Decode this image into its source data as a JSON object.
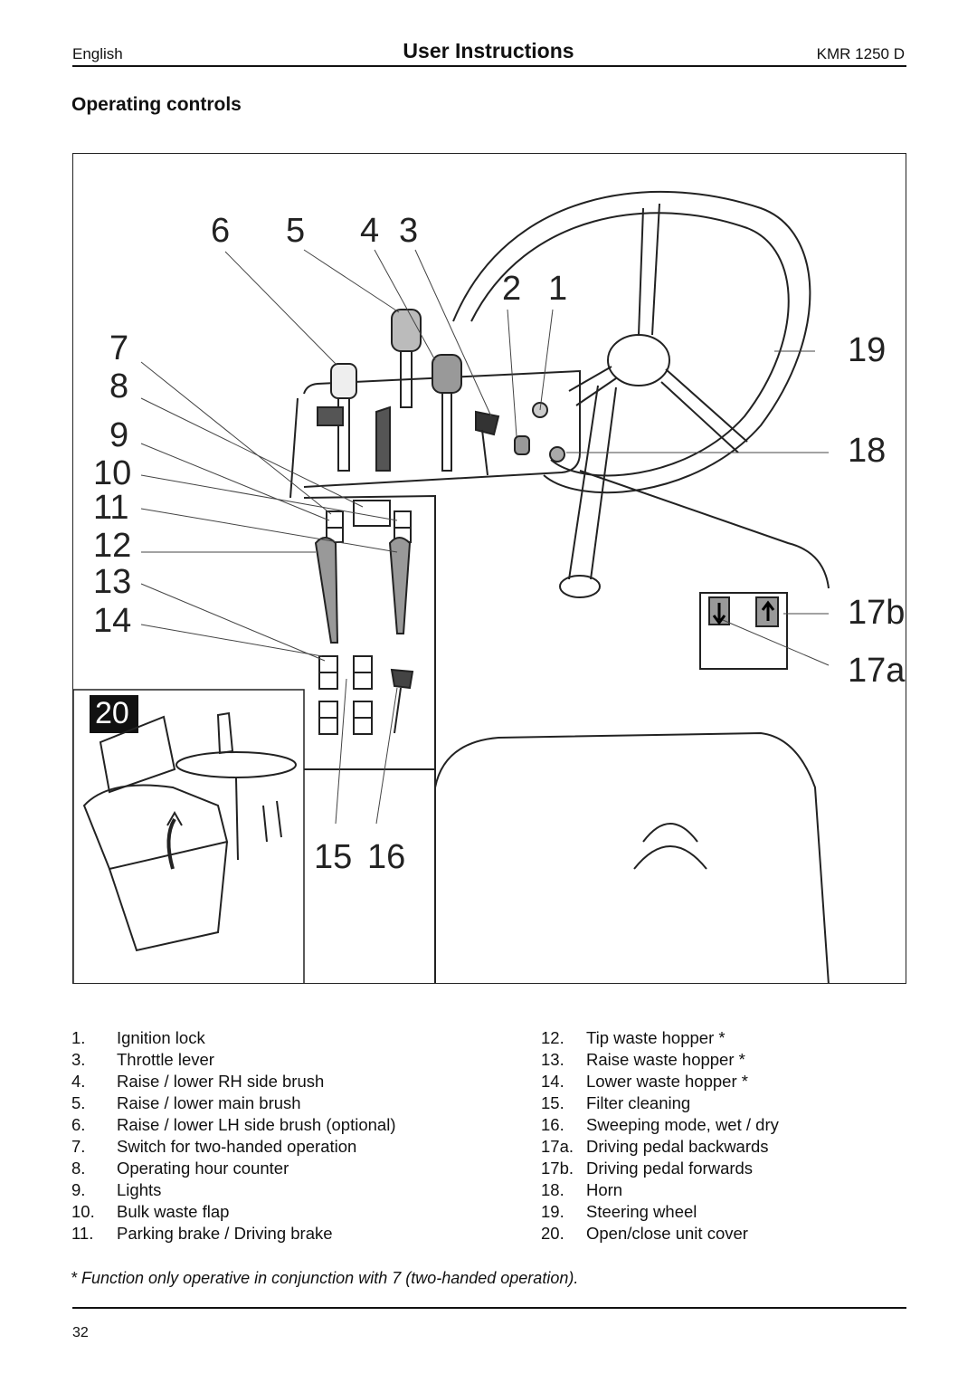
{
  "header": {
    "language": "English",
    "title": "User Instructions",
    "model": "KMR 1250 D"
  },
  "section_title": "Operating controls",
  "figure": {
    "callouts": {
      "c6": "6",
      "c5": "5",
      "c4": "4",
      "c3": "3",
      "c2": "2",
      "c1": "1",
      "c7": "7",
      "c8": "8",
      "c9": "9",
      "c10": "10",
      "c11": "11",
      "c12": "12",
      "c13": "13",
      "c14": "14",
      "c19": "19",
      "c18": "18",
      "c17b": "17b",
      "c17a": "17a",
      "c15": "15",
      "c16": "16",
      "c20": "20"
    }
  },
  "legend_left": [
    {
      "num": "1.",
      "text": "Ignition lock"
    },
    {
      "num": "3.",
      "text": "Throttle lever"
    },
    {
      "num": "4.",
      "text": "Raise / lower RH side brush"
    },
    {
      "num": "5.",
      "text": "Raise / lower main brush"
    },
    {
      "num": "6.",
      "text": "Raise / lower LH side brush (optional)"
    },
    {
      "num": "7.",
      "text": "Switch for two-handed operation"
    },
    {
      "num": "8.",
      "text": "Operating hour counter"
    },
    {
      "num": "9.",
      "text": "Lights"
    },
    {
      "num": "10.",
      "text": "Bulk waste flap"
    },
    {
      "num": "11.",
      "text": "Parking brake / Driving brake"
    }
  ],
  "legend_right": [
    {
      "num": "12.",
      "text": "Tip waste hopper *"
    },
    {
      "num": "13.",
      "text": "Raise waste hopper *"
    },
    {
      "num": "14.",
      "text": "Lower waste hopper *"
    },
    {
      "num": "15.",
      "text": "Filter cleaning"
    },
    {
      "num": "16.",
      "text": "Sweeping mode, wet / dry"
    },
    {
      "num": "17a.",
      "text": "Driving pedal backwards"
    },
    {
      "num": "17b.",
      "text": "Driving pedal forwards"
    },
    {
      "num": "18.",
      "text": "Horn"
    },
    {
      "num": "19.",
      "text": "Steering wheel"
    },
    {
      "num": "20.",
      "text": "Open/close unit cover"
    }
  ],
  "footnote": "* Function only operative in conjunction with 7 (two-handed operation).",
  "page_number": "32"
}
